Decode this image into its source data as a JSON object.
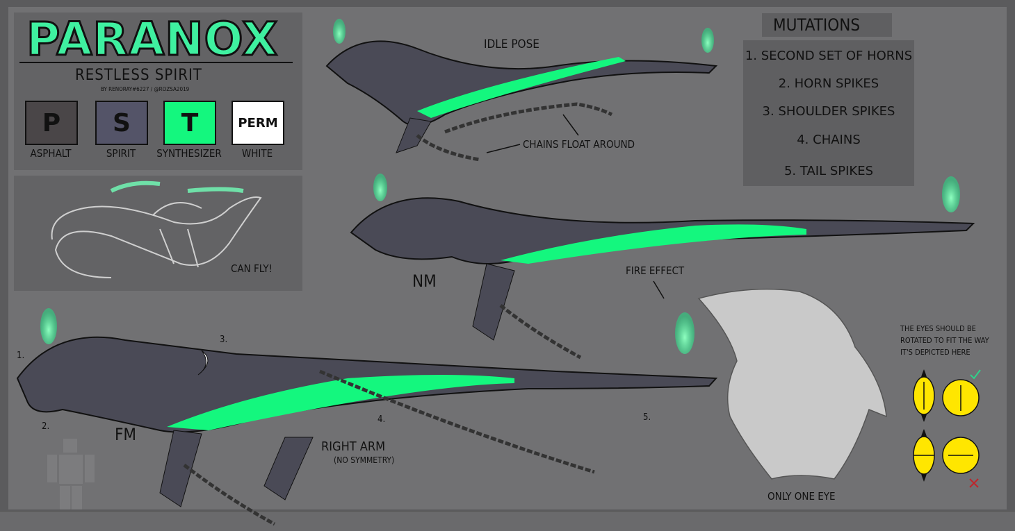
{
  "title": "PARANOX",
  "subtitle": "RESTLESS SPIRIT",
  "credit": "BY RENORAY#6227 / @ROZSA2019",
  "swatches": [
    {
      "letter": "P",
      "label": "ASPHALT",
      "color": "#4a4648"
    },
    {
      "letter": "S",
      "label": "SPIRIT",
      "color": "#545468"
    },
    {
      "letter": "T",
      "label": "SYNTHESIZER",
      "color": "#14f77e"
    },
    {
      "letter": "PERM",
      "label": "WHITE",
      "color": "#ffffff"
    }
  ],
  "fly_label": "CAN FLY!",
  "mutations": {
    "heading": "MUTATIONS",
    "items": [
      "1. SECOND SET OF HORNS",
      "2. HORN SPIKES",
      "3. SHOULDER SPIKES",
      "4. CHAINS",
      "5. TAIL SPIKES"
    ]
  },
  "labels": {
    "idle": "IDLE POSE",
    "chains": "CHAINS FLOAT AROUND",
    "nm": "NM",
    "fm": "FM",
    "fire": "FIRE EFFECT",
    "right_arm": "RIGHT ARM",
    "no_symmetry": "(NO SYMMETRY)",
    "one_eye": "ONLY ONE EYE",
    "eyes_note": [
      "THE EYES SHOULD BE",
      "ROTATED TO FIT THE WAY",
      "IT'S DEPICTED HERE"
    ],
    "markers": [
      "1.",
      "2.",
      "3.",
      "4.",
      "5."
    ]
  },
  "colors": {
    "body": "#4a4a56",
    "accent": "#14f77e",
    "spikes": "#ffffff",
    "eye": "#ffe600",
    "check": "#2fd28a",
    "cross": "#c0242a"
  }
}
